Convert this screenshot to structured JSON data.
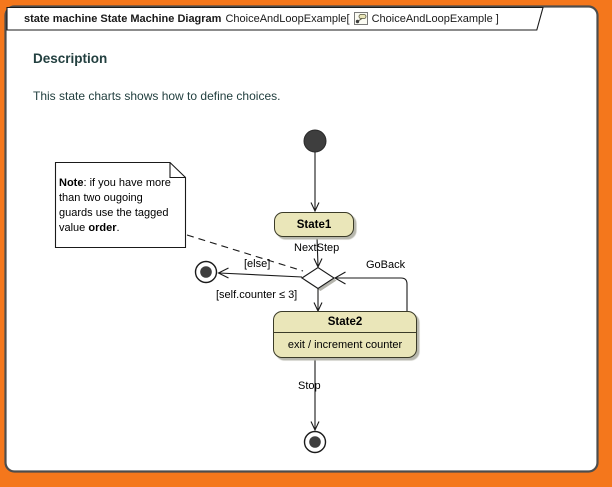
{
  "colors": {
    "accent": "#F4771C",
    "frame_border": "#4D4D4D",
    "tab_border": "#1A1A1A",
    "state_fill": "#EAE6B9",
    "state_border": "#3B3B28",
    "shadow": "#B7B7AD",
    "desc_text": "#234040",
    "line": "#1A1A1A"
  },
  "tab": {
    "keyword": "state machine State Machine Diagram",
    "context": "ChoiceAndLoopExample[",
    "icon": "state-machine-diagram-icon",
    "name": "ChoiceAndLoopExample ]"
  },
  "description": {
    "heading": "Description",
    "body": "This state charts shows how to define choices."
  },
  "note": {
    "lead": "Note",
    "text": ": if you have more than two ougoing guards use the tagged value ",
    "emphasis": "order",
    "tail": "."
  },
  "diagram": {
    "state1": {
      "name": "State1"
    },
    "state2": {
      "name": "State2",
      "internal_activity": "exit / increment counter"
    },
    "labels": {
      "next_step": "NextStep",
      "else_guard": "[else]",
      "counter_guard": "[self.counter ≤ 3]",
      "go_back": "GoBack",
      "stop": "Stop"
    }
  }
}
